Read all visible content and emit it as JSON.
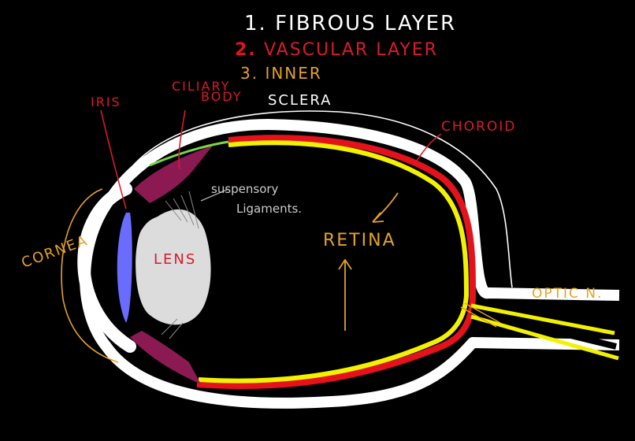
{
  "legend": {
    "item1": "1. FIBROUS LAYER",
    "item2_num": "2.",
    "item2_text": "VASCULAR LAYER",
    "item3": "3. INNER"
  },
  "labels": {
    "iris": "IRIS",
    "ciliary_line1": "CILIARY",
    "ciliary_line2": "BODY",
    "sclera": "SCLERA",
    "choroid": "CHOROID",
    "suspensory_line1": "suspensory",
    "suspensory_line2": "Ligaments.",
    "cornea": "CORNEA",
    "lens": "LENS",
    "retina": "RETINA",
    "optic": "OPTIC N."
  },
  "colors": {
    "background": "#000000",
    "fibrous": "#ffffff",
    "vascular": "#e5121c",
    "inner": "#f2f200",
    "ciliary": "#8b1a52",
    "iris_blue": "#6a6cff",
    "lens": "#dcdcdc",
    "annotation_orange": "#e3a224",
    "annotation_red": "#d81b2b",
    "green": "#7cd64a"
  }
}
